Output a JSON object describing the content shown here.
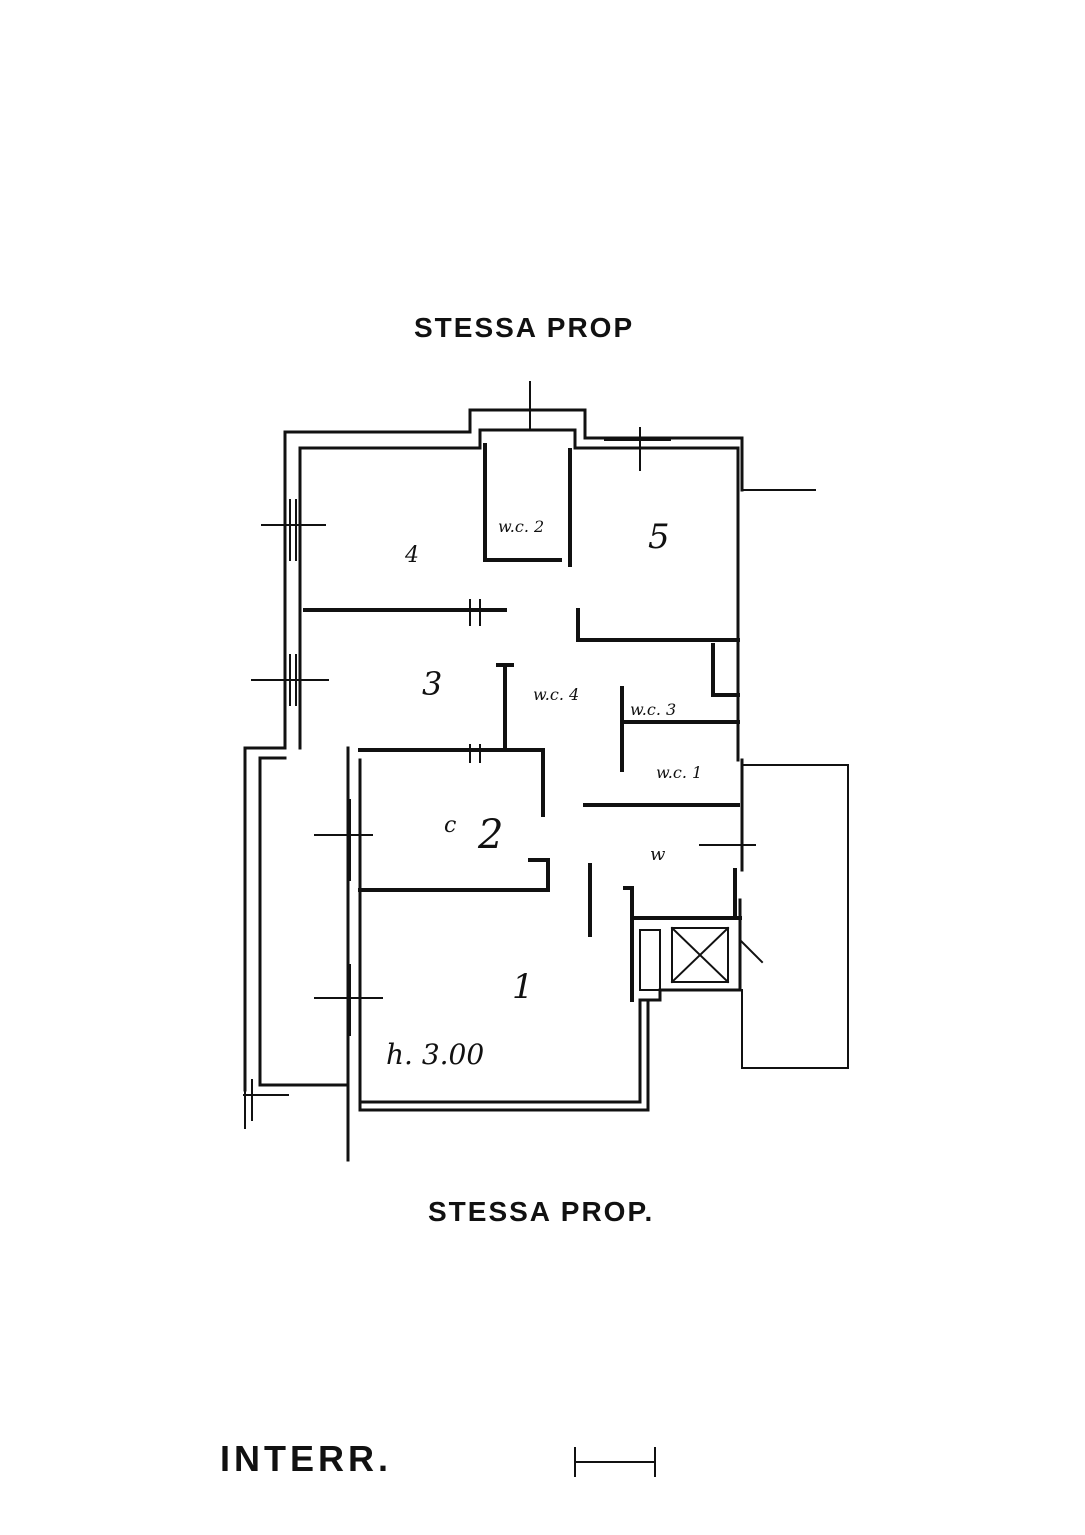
{
  "labels": {
    "top": "STESSA PROP",
    "bottom": "STESSA PROP.",
    "floor": "INTERR."
  },
  "rooms": {
    "r1": "1",
    "r2": "2",
    "r3": "3",
    "r4": "4",
    "r5": "5",
    "wc1": "w.c. 1",
    "wc2": "w.c. 2",
    "wc3": "w.c. 3",
    "wc4": "w.c. 4",
    "wc5": "w",
    "c": "c"
  },
  "height_note": "h. 3.00"
}
